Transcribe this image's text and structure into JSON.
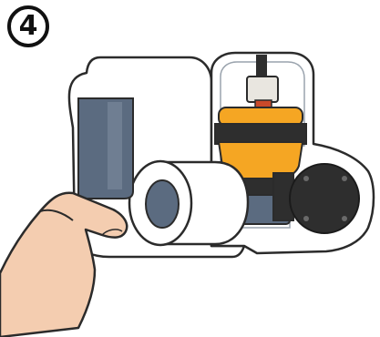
{
  "step": {
    "number": "4"
  },
  "illustration": {
    "icons": [
      "filter-housing",
      "filter-cartridge",
      "water-pump",
      "hand"
    ],
    "colors": {
      "outline": "#2b2b2b",
      "housing_fill": "#ffffff",
      "pump_orange": "#f5a623",
      "pump_dark": "#2e2e2e",
      "slate": "#5b6b80",
      "skin": "#f4cdb0"
    }
  }
}
